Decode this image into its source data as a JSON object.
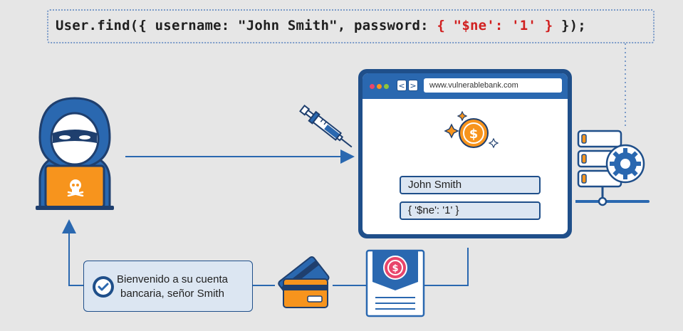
{
  "code": {
    "prefix": "User.find({ username: \"John Smith\", password: ",
    "injection": "{ \"$ne': '1' }",
    "suffix": " });"
  },
  "browser": {
    "url": "www.vulnerablebank.com",
    "back_symbol": "<",
    "forward_symbol": ">",
    "username_value": "John Smith",
    "password_value": "{ '$ne': '1' }"
  },
  "message": {
    "line1": "Bienvenido a su cuenta",
    "line2": "bancaria, señor Smith"
  },
  "colors": {
    "background": "#e6e6e6",
    "accent_blue": "#1f4f8a",
    "orange": "#f7941d",
    "injection_red": "#d11f1f",
    "pink": "#e8456b"
  },
  "icons": [
    "hacker-icon",
    "syringe-icon",
    "dollar-coin-icon",
    "server-icon",
    "gear-icon",
    "credit-card-icon",
    "document-icon",
    "check-icon",
    "skull-icon"
  ]
}
